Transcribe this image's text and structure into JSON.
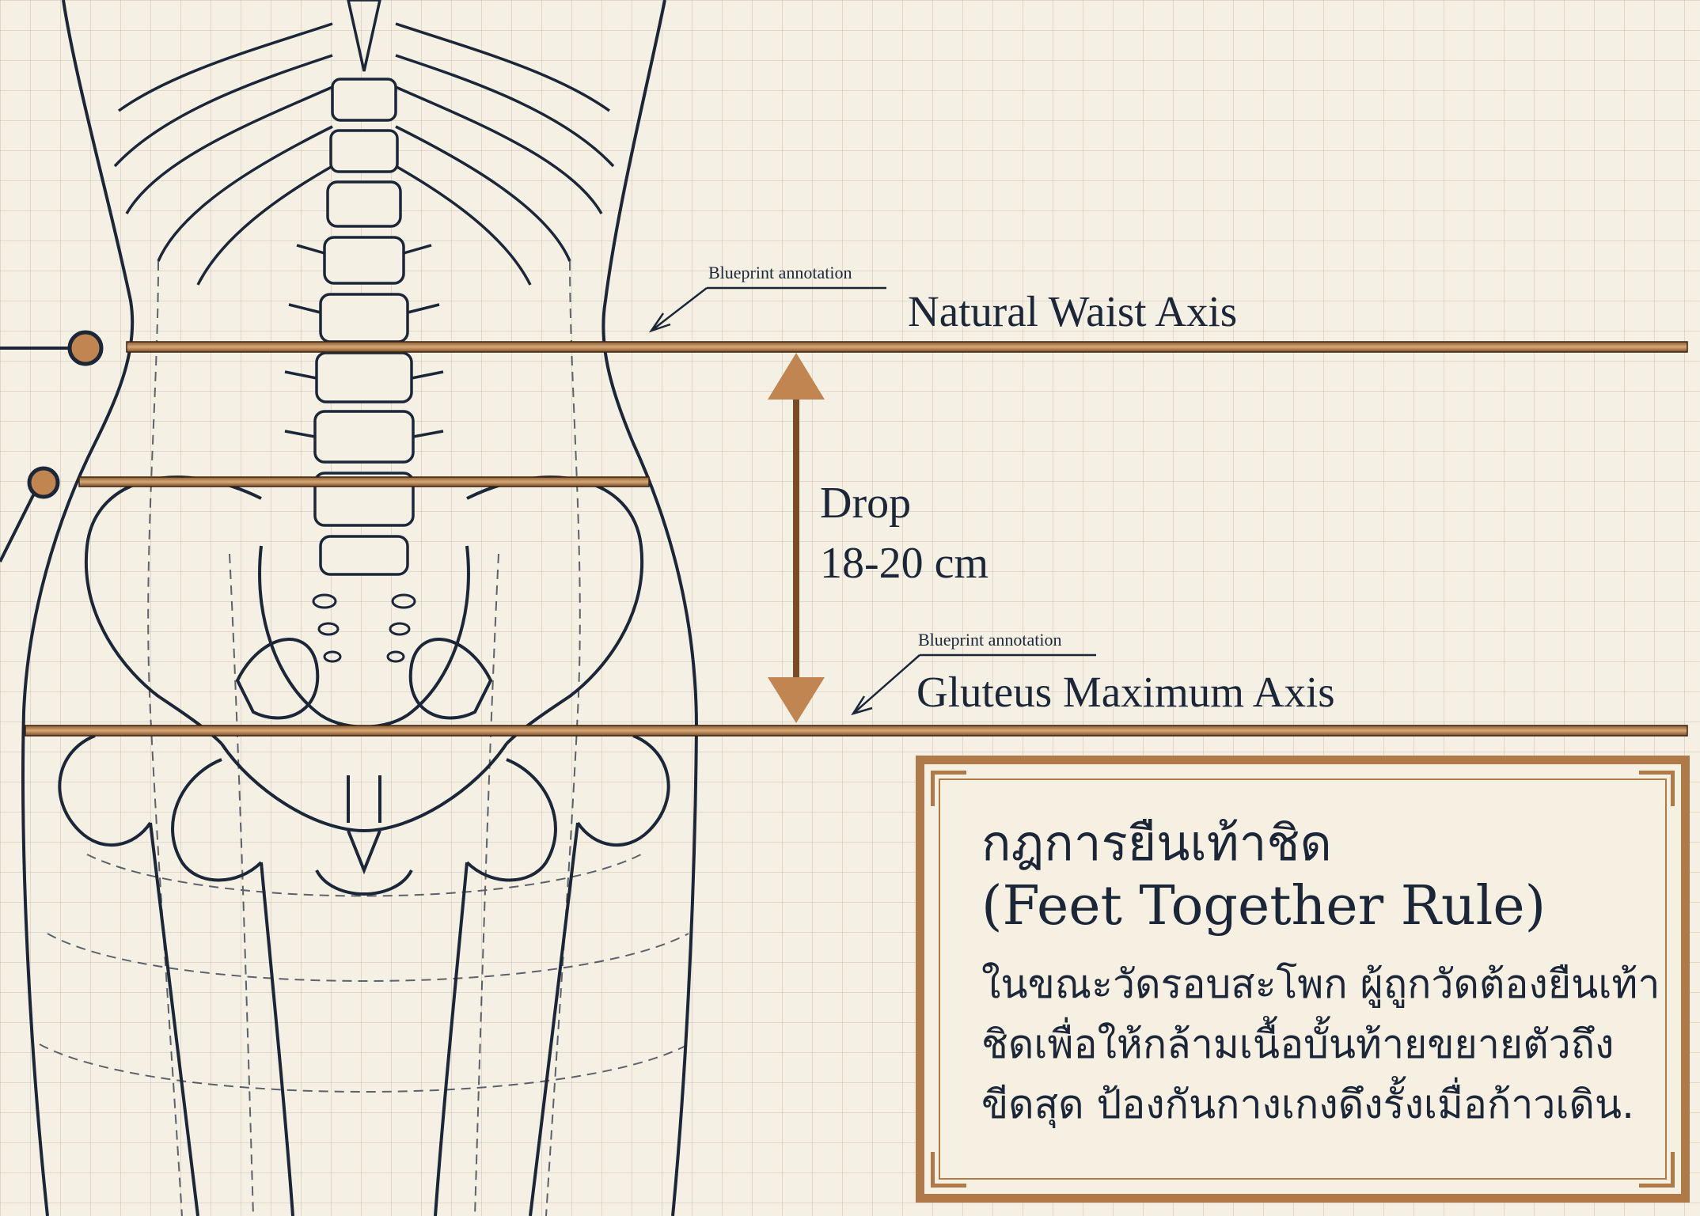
{
  "axes": {
    "waist": {
      "label": "Natural Waist Axis",
      "annotation": "Blueprint annotation"
    },
    "gluteus": {
      "label": "Gluteus Maximum Axis",
      "annotation": "Blueprint annotation"
    }
  },
  "drop": {
    "line1": "Drop",
    "line2": "18-20 cm"
  },
  "rule_box": {
    "title": "กฎการยืนเท้าชิด",
    "subtitle": "(Feet Together Rule)",
    "body": "ในขณะวัดรอบสะโพก ผู้ถูกวัดต้องยืนเท้าชิดเพื่อให้กล้ามเนื้อบั้นท้ายขยายตัวถึงขีดสุด ป้องกันกางเกงดึงรั้งเมื่อก้าวเดิน."
  },
  "colors": {
    "ink": "#1b2638",
    "accent_bronze": "#b07a48",
    "paper": "#f5f0e4",
    "grid": "#c4baa5"
  },
  "icons": [
    "arrow-pointer-icon",
    "double-arrow-icon",
    "callout-dot-icon"
  ]
}
